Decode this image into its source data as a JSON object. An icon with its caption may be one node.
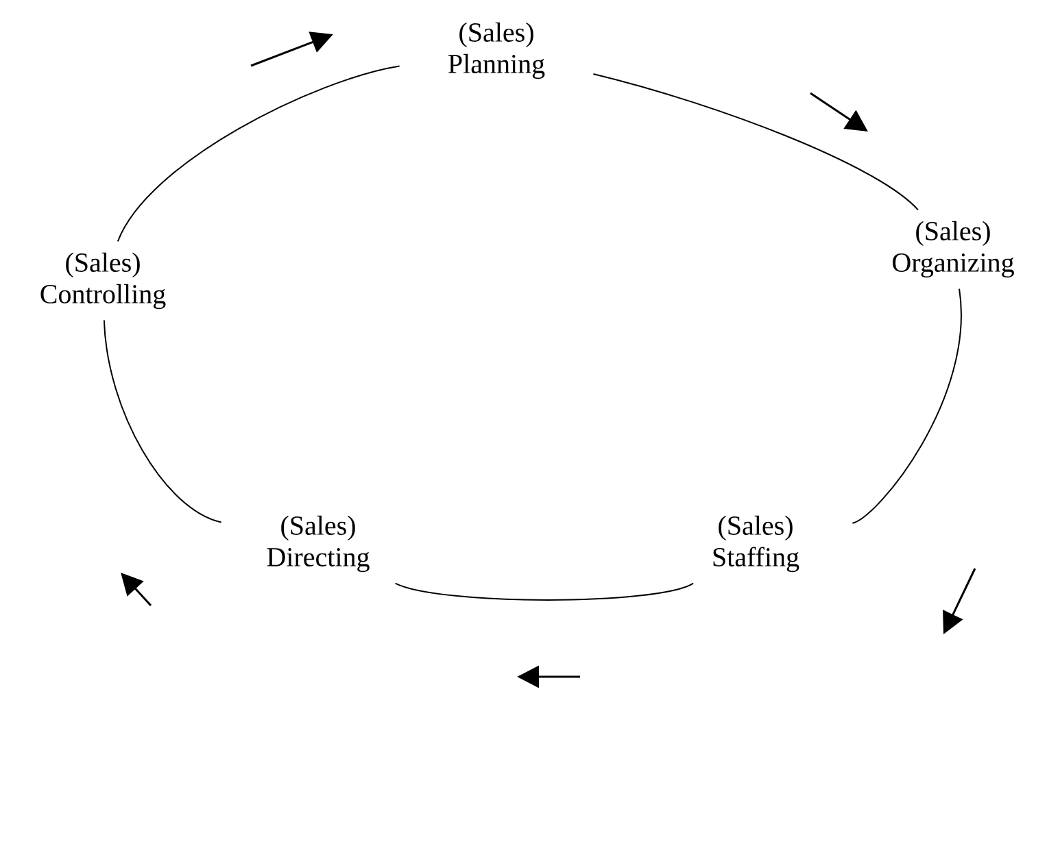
{
  "diagram": {
    "nodes": [
      {
        "text": [
          "(Sales) Planning"
        ]
      },
      {
        "text": [
          "(Sales) Organizing"
        ]
      },
      {
        "text": [
          "(Sales) Staffing"
        ]
      },
      {
        "text": [
          "(Sales) Directing"
        ]
      },
      {
        "text": [
          "(Sales) Controlling"
        ]
      }
    ],
    "edges": [
      {
        "from": 0,
        "to": 1,
        "arrow": "none"
      },
      {
        "from": 1,
        "to": 2,
        "arrow": "none"
      },
      {
        "from": 2,
        "to": 3,
        "arrow": "none"
      },
      {
        "from": 3,
        "to": 4,
        "arrow": "none"
      },
      {
        "from": 4,
        "to": 0,
        "arrow": "none"
      }
    ]
  }
}
